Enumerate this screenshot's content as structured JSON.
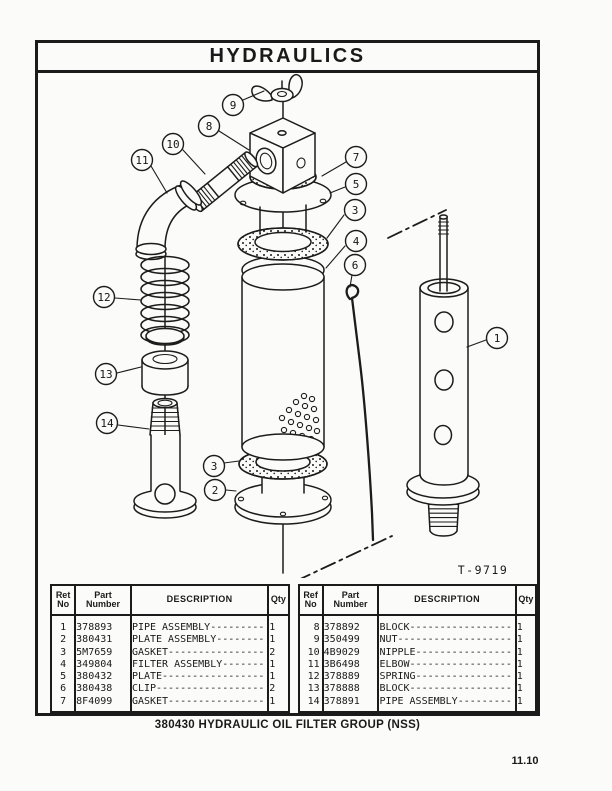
{
  "colors": {
    "paper": "#fbfbfa",
    "ink": "#1a1a1a"
  },
  "page": {
    "title": "HYDRAULICS",
    "figure_id": "T-9719",
    "caption": "380430 HYDRAULIC OIL FILTER GROUP (NSS)",
    "page_number": "11.10"
  },
  "callouts": [
    "9",
    "8",
    "10",
    "11",
    "7",
    "5",
    "3",
    "4",
    "6",
    "12",
    "13",
    "14",
    "3",
    "2",
    "1"
  ],
  "tables": {
    "left": {
      "headers": {
        "ref1": "Ret",
        "ref2": "No",
        "part1": "Part",
        "part2": "Number",
        "desc": "DESCRIPTION",
        "qty": "Qty"
      },
      "rows": [
        {
          "ref": "1",
          "part": "378893",
          "desc": "PIPE ASSEMBLY---------",
          "qty": "1"
        },
        {
          "ref": "2",
          "part": "380431",
          "desc": "PLATE ASSEMBLY--------",
          "qty": "1"
        },
        {
          "ref": "3",
          "part": "5M7659",
          "desc": "GASKET----------------",
          "qty": "2"
        },
        {
          "ref": "4",
          "part": "349804",
          "desc": "FILTER ASSEMBLY-------",
          "qty": "1"
        },
        {
          "ref": "5",
          "part": "380432",
          "desc": "PLATE-----------------",
          "qty": "1"
        },
        {
          "ref": "6",
          "part": "380438",
          "desc": "CLIP------------------",
          "qty": "2"
        },
        {
          "ref": "7",
          "part": "8F4099",
          "desc": "GASKET----------------",
          "qty": "1"
        }
      ]
    },
    "right": {
      "headers": {
        "ref1": "Ref",
        "ref2": "No",
        "part1": "Part",
        "part2": "Number",
        "desc": "DESCRIPTION",
        "qty": "Qty"
      },
      "rows": [
        {
          "ref": "8",
          "part": "378892",
          "desc": "BLOCK-----------------",
          "qty": "1"
        },
        {
          "ref": "9",
          "part": "350499",
          "desc": "NUT-------------------",
          "qty": "1"
        },
        {
          "ref": "10",
          "part": "4B9029",
          "desc": "NIPPLE----------------",
          "qty": "1"
        },
        {
          "ref": "11",
          "part": "3B6498",
          "desc": "ELBOW-----------------",
          "qty": "1"
        },
        {
          "ref": "12",
          "part": "378889",
          "desc": "SPRING----------------",
          "qty": "1"
        },
        {
          "ref": "13",
          "part": "378888",
          "desc": "BLOCK-----------------",
          "qty": "1"
        },
        {
          "ref": "14",
          "part": "378891",
          "desc": "PIPE ASSEMBLY---------",
          "qty": "1"
        }
      ]
    }
  }
}
